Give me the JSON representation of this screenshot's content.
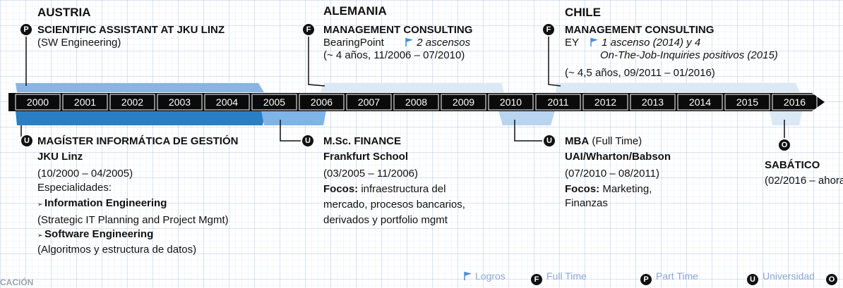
{
  "countries": {
    "austria": "AUSTRIA",
    "germany": "ALEMANIA",
    "chile": "CHILE"
  },
  "years": [
    "2000",
    "2001",
    "2002",
    "2003",
    "2004",
    "2005",
    "2006",
    "2007",
    "2008",
    "2009",
    "2010",
    "2011",
    "2012",
    "2013",
    "2014",
    "2015",
    "2016"
  ],
  "top": {
    "jku": {
      "badge": "P",
      "title": "SCIENTIFIC ASSISTANT AT JKU LINZ",
      "sub": "(SW Engineering)"
    },
    "bearing": {
      "badge": "F",
      "title": "MANAGEMENT CONSULTING",
      "company": "BearingPoint",
      "achievement": "2 ascensos",
      "duration": "(~ 4 años,  11/2006 – 07/2010)"
    },
    "ey": {
      "badge": "F",
      "title": "MANAGEMENT CONSULTING",
      "company": "EY",
      "achievement1": "1 ascenso (2014) y 4",
      "achievement2": "On-The-Job-Inquiries positivos (2015)",
      "duration": "(~ 4,5 años, 09/2011 – 01/2016)"
    }
  },
  "bottom": {
    "magister": {
      "badge": "U",
      "title": "MAGÍSTER INFORMÁTICA DE GESTIÓN",
      "school": "JKU Linz",
      "dates": "(10/2000 – 04/2005)",
      "spec_label": "Especialidades:",
      "spec1": "Information Engineering",
      "spec1_desc": "(Strategic IT Planning and Project Mgmt)",
      "spec2": "Software Engineering",
      "spec2_desc": "(Algoritmos y estructura de datos)"
    },
    "msc": {
      "badge": "U",
      "title": "M.Sc. FINANCE",
      "school": "Frankfurt School",
      "dates": "(03/2005 – 11/2006)",
      "focus_label": "Focos:",
      "focus1": " infraestructura del",
      "focus2": "mercado, procesos bancarios,",
      "focus3": "derivados y portfolio mgmt"
    },
    "mba": {
      "badge": "U",
      "title": "MBA",
      "title_suffix": " (Full Time)",
      "school": "UAI/Wharton/Babson",
      "dates": "(07/2010 – 08/2011)",
      "focus_label": "Focos:",
      "focus1": " Marketing,",
      "focus2": "Finanzas"
    },
    "sabbatical": {
      "badge": "O",
      "title": "SABÁTICO",
      "dates": "(02/2016 – ahora"
    }
  },
  "legend": {
    "logros": "Logros",
    "full_badge": "F",
    "full": "Full Time",
    "part_badge": "P",
    "part": "Part Time",
    "uni_badge": "U",
    "uni": "Universidad",
    "other_badge": "O"
  },
  "corner_label": "CACIÓN",
  "colors": {
    "dark_blue": "#2a7fc4",
    "mid_blue": "#7fb4e8",
    "light_blue": "#b8d4f0",
    "pale_blue": "#dbe8f6",
    "timeline": "#0b0b0b",
    "flag": "#4a90d9"
  }
}
